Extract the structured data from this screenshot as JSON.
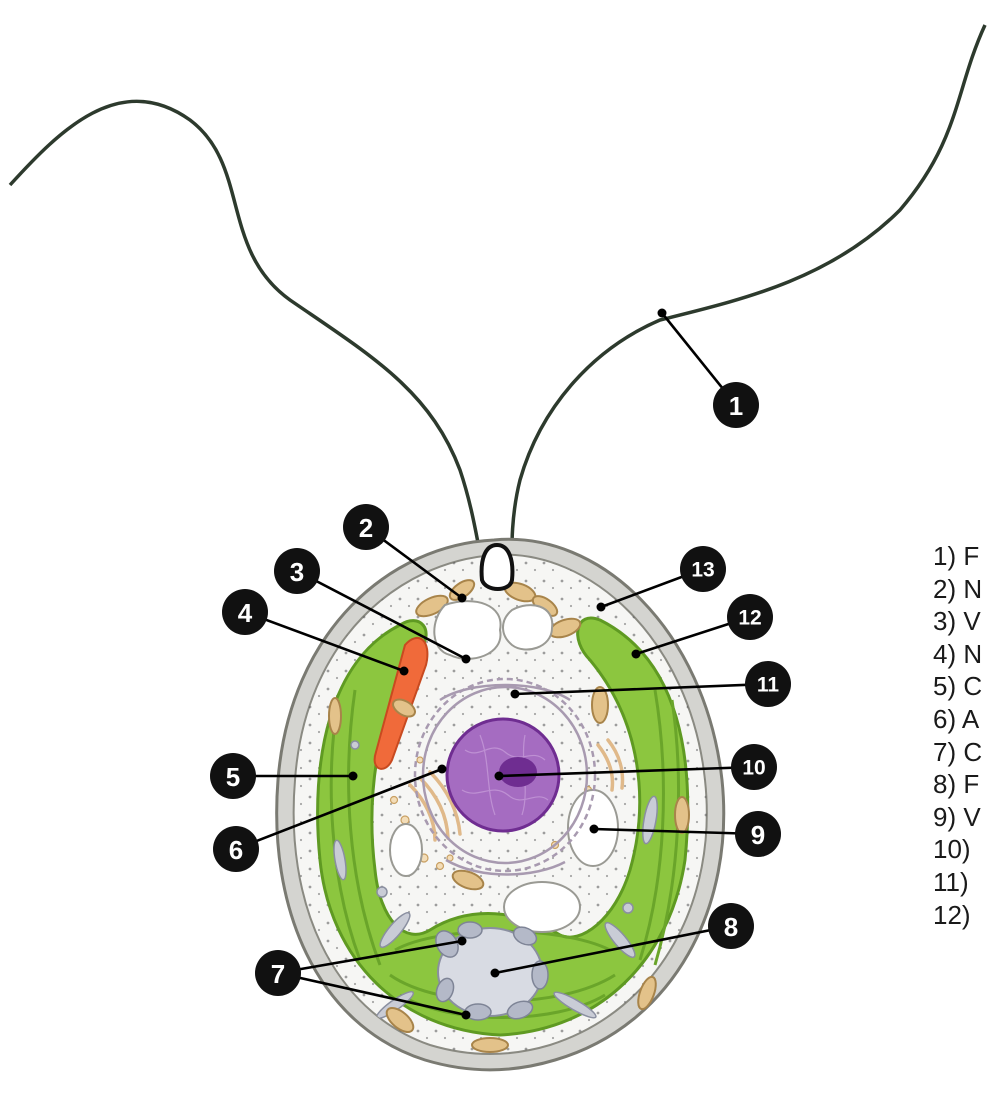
{
  "callouts": [
    "1",
    "2",
    "3",
    "4",
    "5",
    "6",
    "7",
    "8",
    "9",
    "10",
    "11",
    "12",
    "13"
  ],
  "legend": [
    "1) F",
    "2) N",
    "3) V",
    "4) N",
    "5) C",
    "6) A",
    "7) C",
    "8) F",
    "9) V",
    "10)",
    "11)",
    "12)"
  ],
  "colors": {
    "outline": "#2b2b2b",
    "wall": "#d4d4d0",
    "cytoplasm": "#f6f6f4",
    "chloroplast": "#8cc63f",
    "eyespot": "#f06a3a",
    "nucleus": "#a56cc1",
    "nucleolus": "#6f2d91",
    "pyrenoid": "#d8dbe3",
    "mitochondria": "#e3c28a",
    "callout": "#111111"
  }
}
